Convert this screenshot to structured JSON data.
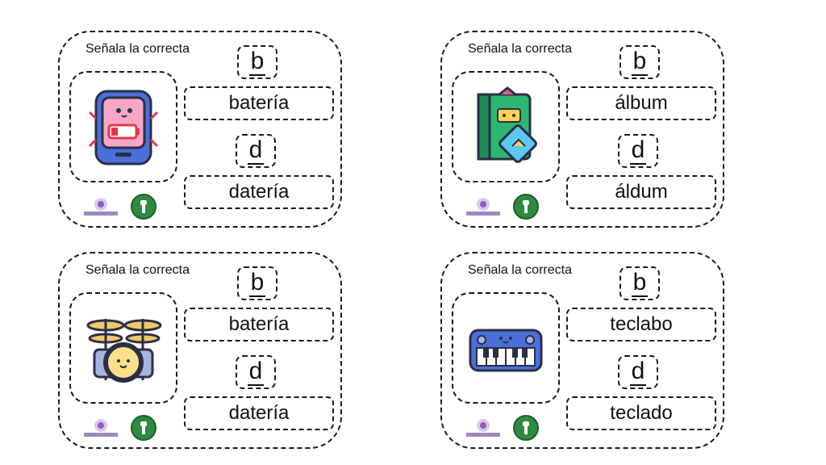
{
  "cards": [
    {
      "prompt": "Señala la correcta",
      "image_icon": "battery-phone-icon",
      "letter_top": "b",
      "letter_bottom": "d",
      "option_1": "batería",
      "option_2": "datería"
    },
    {
      "prompt": "Señala la correcta",
      "image_icon": "photo-album-icon",
      "letter_top": "b",
      "letter_bottom": "d",
      "option_1": "álbum",
      "option_2": "áldum"
    },
    {
      "prompt": "Señala la correcta",
      "image_icon": "drum-kit-icon",
      "letter_top": "b",
      "letter_bottom": "d",
      "option_1": "batería",
      "option_2": "datería"
    },
    {
      "prompt": "Señala la correcta",
      "image_icon": "keyboard-piano-icon",
      "letter_top": "b",
      "letter_bottom": "d",
      "option_1": "teclabo",
      "option_2": "teclado"
    }
  ],
  "logos": {
    "left_icon": "orientamedia-logo-icon",
    "right_icon": "green-circle-logo-icon"
  }
}
